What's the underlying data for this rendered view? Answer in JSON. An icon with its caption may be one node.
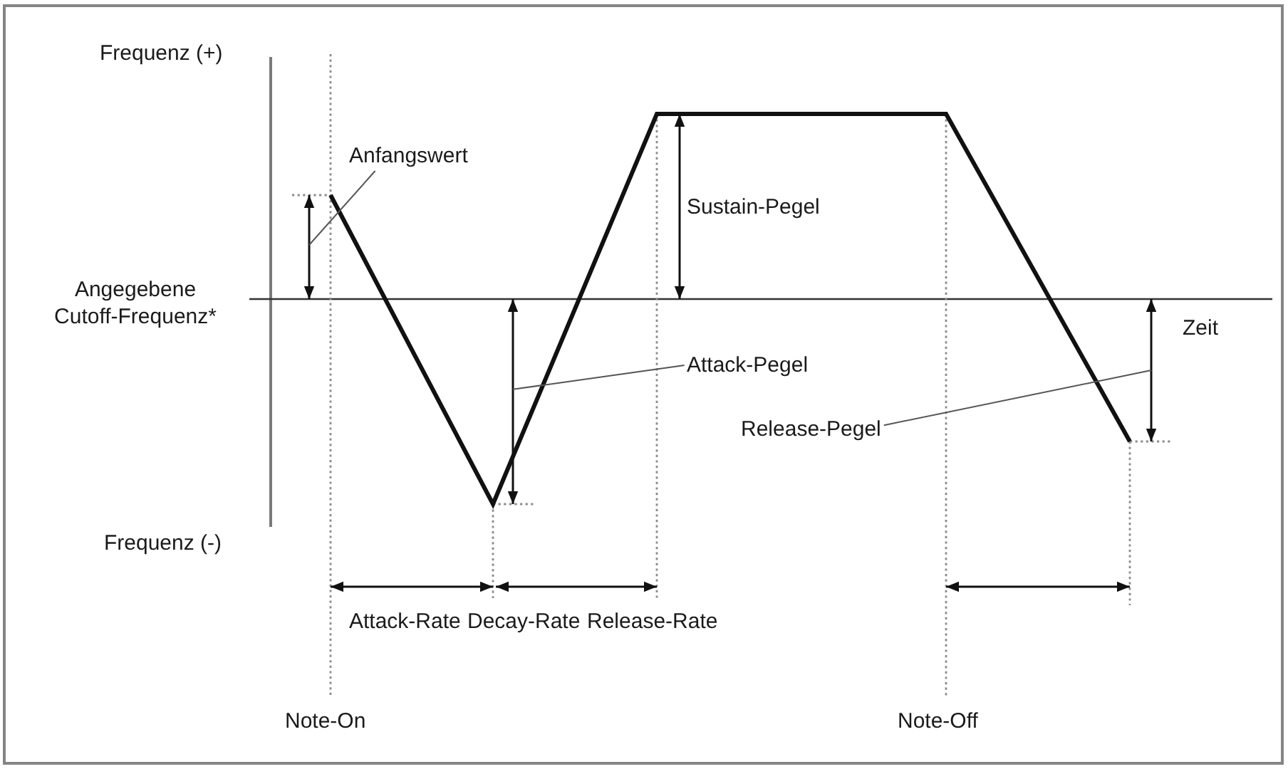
{
  "diagram": {
    "nodes": [
      {
        "text": [
          "Anfangswert"
        ]
      },
      {
        "text": [
          "Attack-Pegel"
        ]
      },
      {
        "text": [
          "Release-Pegel"
        ]
      },
      {
        "text": [],
        "shape": "arrow"
      },
      {
        "text": [],
        "shape": "arrow"
      },
      {
        "text": [],
        "shape": "arrow"
      }
    ],
    "edges": [
      {
        "from": 0,
        "to": 3,
        "arrow": "none"
      },
      {
        "from": 1,
        "to": 4,
        "arrow": "none"
      },
      {
        "from": 2,
        "to": 5,
        "arrow": "none"
      }
    ],
    "labels": [
      "Frequenz (+)",
      "Sustain-Pegel",
      "Angegebene Cutoff-Frequenz*",
      "Zeit",
      "Frequenz (-)",
      "Attack-Rate",
      "Decay-Rate",
      "Release-Rate",
      "Note-On",
      "Note-Off"
    ]
  }
}
